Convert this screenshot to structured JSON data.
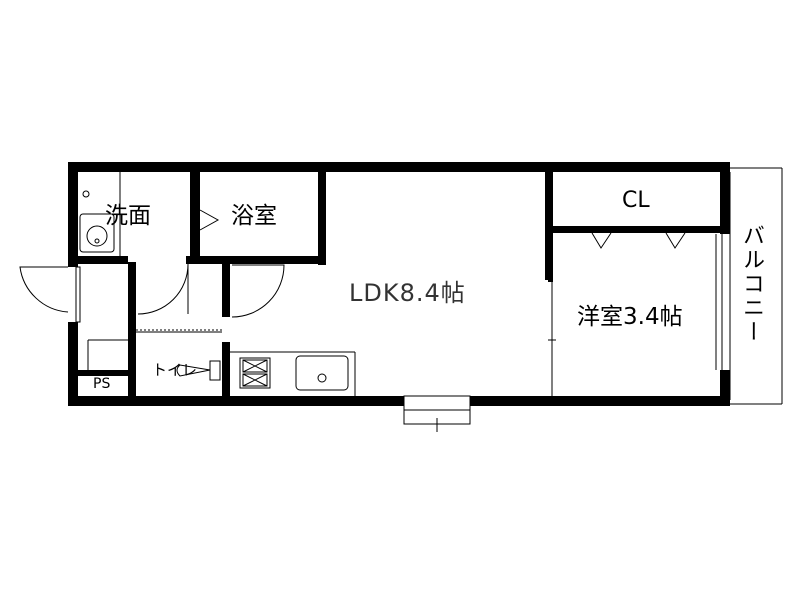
{
  "rooms": {
    "washroom": "洗面",
    "bathroom": "浴室",
    "closet": "CL",
    "ldk": "LDK8.4帖",
    "western_room": "洋室3.4帖",
    "toilet": "トイレ",
    "pipe_space": "PS",
    "balcony": "バルコニー"
  }
}
